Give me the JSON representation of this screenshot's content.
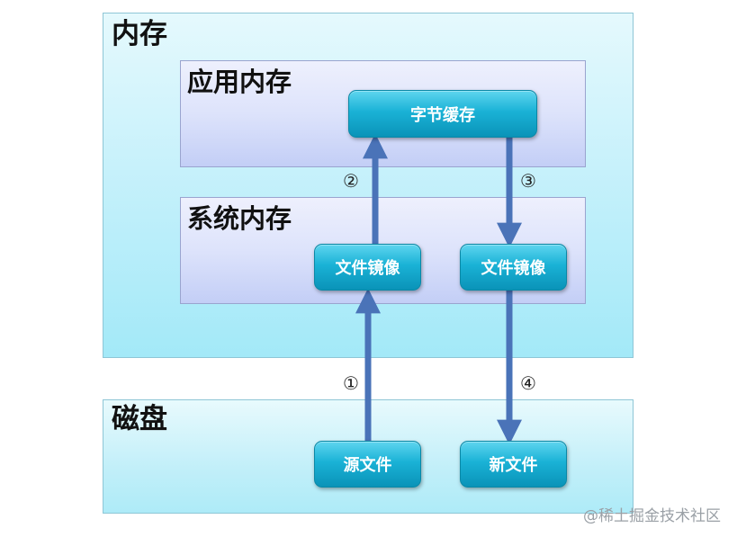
{
  "regions": {
    "memory": "内存",
    "app_memory": "应用内存",
    "system_memory": "系统内存",
    "disk": "磁盘"
  },
  "boxes": {
    "byte_cache": "字节缓存",
    "file_image_left": "文件镜像",
    "file_image_right": "文件镜像",
    "source_file": "源文件",
    "new_file": "新文件"
  },
  "steps": [
    "①",
    "②",
    "③",
    "④"
  ],
  "watermark": "@稀土掘金技术社区",
  "colors": {
    "arrow": "#4a73b8",
    "box": "#1ab2d6",
    "memory_bg": "#c7f1fb",
    "sub_bg": "#dde3fb"
  }
}
